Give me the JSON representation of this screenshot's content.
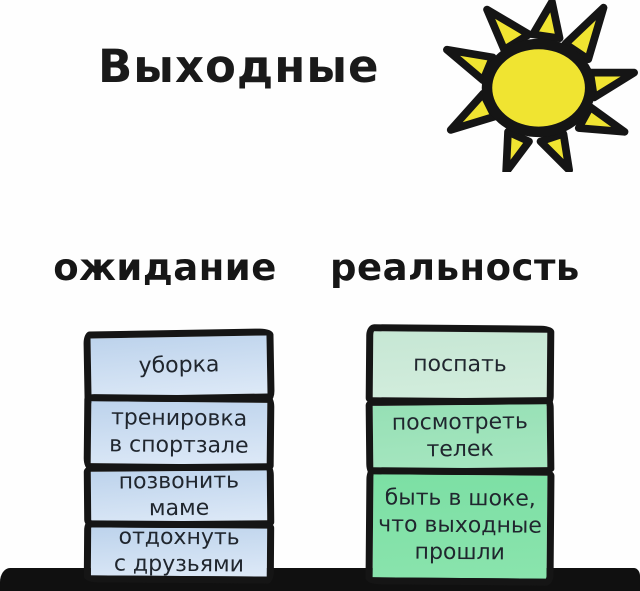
{
  "title": "Выходные",
  "headers": {
    "expectation": "ожидание",
    "reality": "реальность"
  },
  "expectation": {
    "blocks": [
      {
        "lines": [
          "уборка"
        ]
      },
      {
        "lines": [
          "тренировка",
          "в спортзале"
        ]
      },
      {
        "lines": [
          "позвонить",
          "маме"
        ]
      },
      {
        "lines": [
          "отдохнуть",
          "с друзьями"
        ]
      }
    ]
  },
  "reality": {
    "blocks": [
      {
        "lines": [
          "поспать"
        ]
      },
      {
        "lines": [
          "посмотреть",
          "телек"
        ]
      },
      {
        "lines": [
          "быть в шоке,",
          "что выходные",
          "прошли"
        ]
      }
    ]
  },
  "icons": {
    "sun": "sun-icon"
  },
  "colors": {
    "background": "#fefefe",
    "text": "#20262e",
    "outline": "#151515",
    "ground": "#101010",
    "expectation_fill_top": "#bdd3ec",
    "expectation_fill_bottom": "#dde9f7",
    "reality_fill_1": "#c6e7d4",
    "reality_fill_2": "#96e0b5",
    "reality_fill_3": "#7cdfa4",
    "sun_yellow": "#f0e431"
  }
}
